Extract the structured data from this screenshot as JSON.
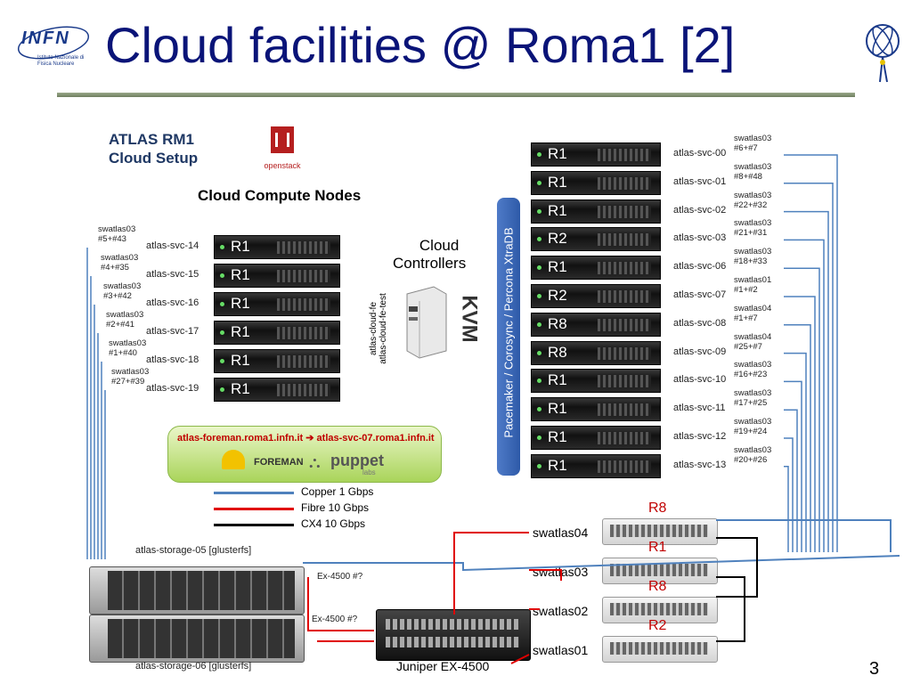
{
  "slide": {
    "title": "Cloud facilities @ Roma1 [2]",
    "page_number": "3"
  },
  "logos": {
    "infn": "INFN",
    "infn_sub": "Istituto Nazionale di Fisica Nucleare"
  },
  "diagram": {
    "heading_line1": "ATLAS RM1",
    "heading_line2": "Cloud Setup",
    "openstack": "openstack",
    "compute_title": "Cloud Compute Nodes",
    "controllers_line1": "Cloud",
    "controllers_line2": "Controllers",
    "controller_hosts": "atlas-cloud-fe\natlas-cloud-fe-test",
    "kvm": "KVM",
    "pacemaker": "Pacemaker / Corosync / Percona XtraDB",
    "foreman_url_left": "atlas-foreman.roma1.infn.it",
    "foreman_url_right": "atlas-svc-07.roma1.infn.it",
    "foreman_label": "FOREMAN",
    "puppet_label": "puppet",
    "puppet_sub": "labs",
    "compute_nodes": [
      {
        "rack": "R1",
        "host": "atlas-svc-14",
        "port": "swatlas03\n#5+#43"
      },
      {
        "rack": "R1",
        "host": "atlas-svc-15",
        "port": "swatlas03\n#4+#35"
      },
      {
        "rack": "R1",
        "host": "atlas-svc-16",
        "port": "swatlas03\n#3+#42"
      },
      {
        "rack": "R1",
        "host": "atlas-svc-17",
        "port": "swatlas03\n#2+#41"
      },
      {
        "rack": "R1",
        "host": "atlas-svc-18",
        "port": "swatlas03\n#1+#40"
      },
      {
        "rack": "R1",
        "host": "atlas-svc-19",
        "port": "swatlas03\n#27+#39"
      }
    ],
    "service_nodes": [
      {
        "rack": "R1",
        "host": "atlas-svc-00",
        "port": "swatlas03\n#6+#7"
      },
      {
        "rack": "R1",
        "host": "atlas-svc-01",
        "port": "swatlas03\n#8+#48"
      },
      {
        "rack": "R1",
        "host": "atlas-svc-02",
        "port": "swatlas03\n#22+#32"
      },
      {
        "rack": "R2",
        "host": "atlas-svc-03",
        "port": "swatlas03\n#21+#31"
      },
      {
        "rack": "R1",
        "host": "atlas-svc-06",
        "port": "swatlas03\n#18+#33"
      },
      {
        "rack": "R2",
        "host": "atlas-svc-07",
        "port": "swatlas01\n#1+#2"
      },
      {
        "rack": "R8",
        "host": "atlas-svc-08",
        "port": "swatlas04\n#1+#7"
      },
      {
        "rack": "R8",
        "host": "atlas-svc-09",
        "port": "swatlas04\n#25+#7"
      },
      {
        "rack": "R1",
        "host": "atlas-svc-10",
        "port": "swatlas03\n#16+#23"
      },
      {
        "rack": "R1",
        "host": "atlas-svc-11",
        "port": "swatlas03\n#17+#25"
      },
      {
        "rack": "R1",
        "host": "atlas-svc-12",
        "port": "swatlas03\n#19+#24"
      },
      {
        "rack": "R1",
        "host": "atlas-svc-13",
        "port": "swatlas03\n#20+#26"
      }
    ],
    "legend": [
      {
        "label": "Copper 1 Gbps",
        "color": "#4f81bd"
      },
      {
        "label": "Fibre 10 Gbps",
        "color": "#e00000"
      },
      {
        "label": "CX4 10 Gbps",
        "color": "#000000"
      }
    ],
    "switches": [
      {
        "rack": "R8",
        "name": "swatlas04"
      },
      {
        "rack": "R1",
        "name": "swatlas03"
      },
      {
        "rack": "R8",
        "name": "swatlas02"
      },
      {
        "rack": "R2",
        "name": "swatlas01"
      }
    ],
    "storage": [
      {
        "name": "atlas-storage-05 [glusterfs]",
        "link": "Ex-4500 #?"
      },
      {
        "name": "atlas-storage-06 [glusterfs]",
        "link": "Ex-4500 #?"
      }
    ],
    "juniper": "Juniper EX-4500"
  }
}
